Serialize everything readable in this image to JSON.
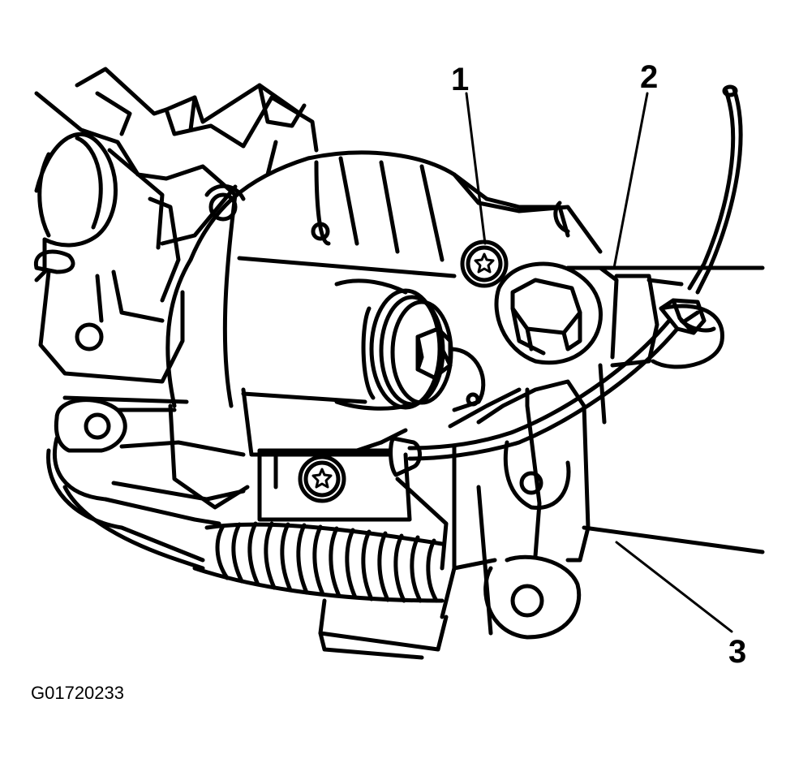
{
  "figure": {
    "id": "G01720233",
    "callouts": [
      {
        "number": "1"
      },
      {
        "number": "2"
      },
      {
        "number": "3"
      }
    ]
  },
  "colors": {
    "line": "#000000",
    "fill": "#ffffff"
  }
}
